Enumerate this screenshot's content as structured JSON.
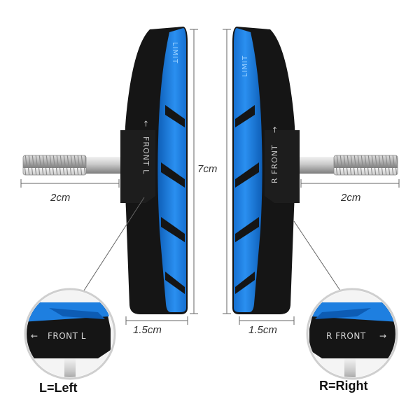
{
  "dimensions": {
    "length_left": "2cm",
    "height": "7cm",
    "length_right": "2cm",
    "width_left": "1.5cm",
    "width_right": "1.5cm"
  },
  "embossing": {
    "left_pad": "FRONT L",
    "right_pad": "R FRONT",
    "limit": "LIMIT"
  },
  "zoom_left": {
    "text": "FRONT L"
  },
  "zoom_right": {
    "text": "R FRONT"
  },
  "captions": {
    "left": "L=Left",
    "right": "R=Right"
  },
  "colors": {
    "pad_blue": "#1e7fe0",
    "rubber_black": "#151515",
    "holder_black": "#1c1c1c",
    "steel": "#bdbdbd"
  }
}
